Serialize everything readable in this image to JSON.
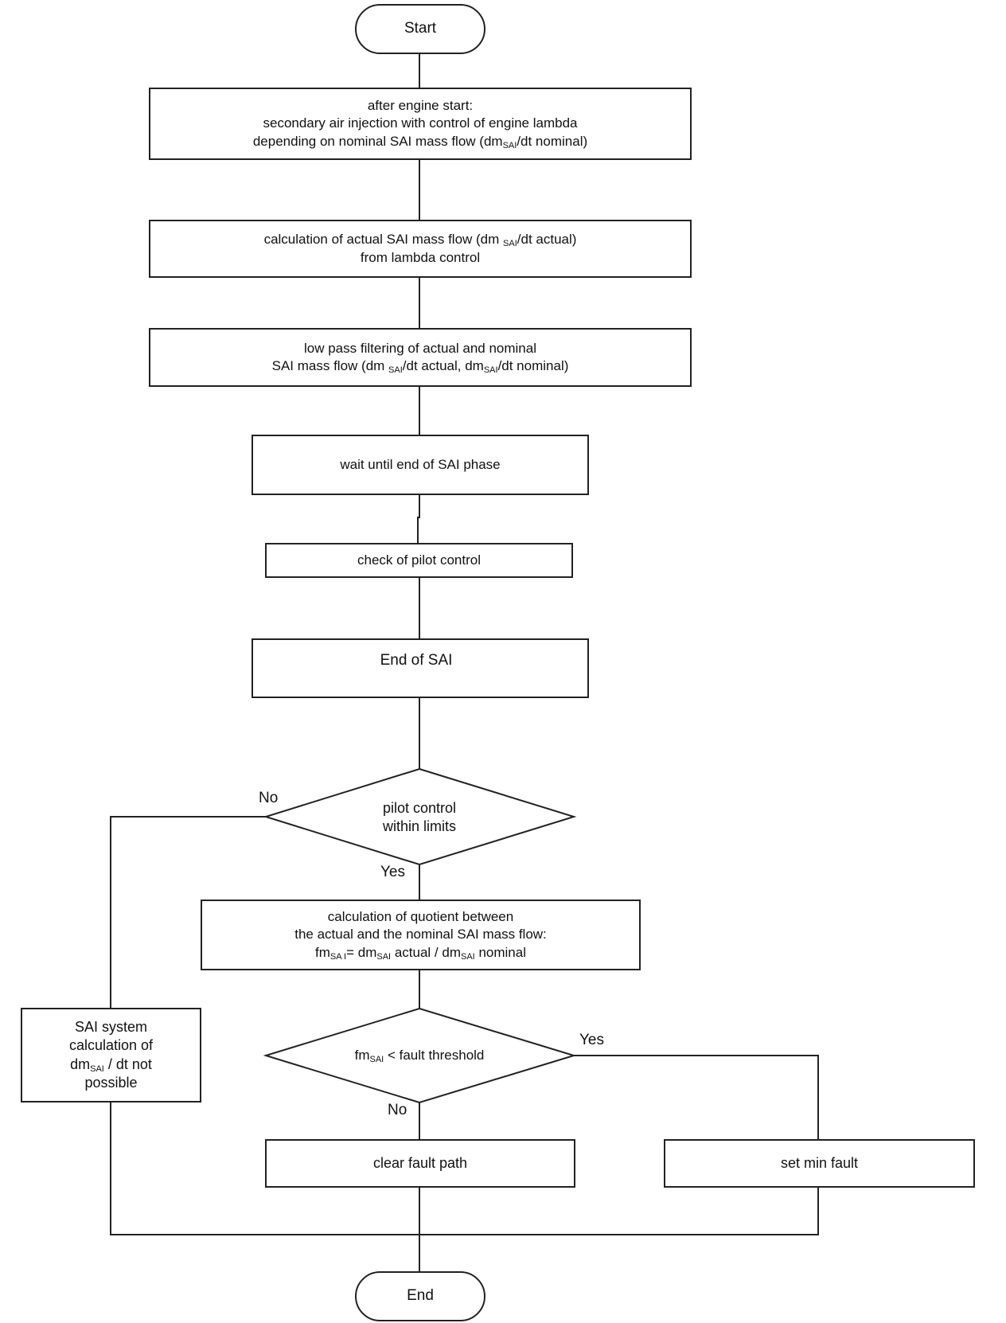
{
  "nodes": {
    "start": "Start",
    "after_engine_start": {
      "line1": "after engine start:",
      "line2": "secondary air injection with control of engine lambda",
      "line3_a": "depending on nominal SAI mass flow (dm",
      "line3_sub": "SAI",
      "line3_b": "/dt nominal)"
    },
    "calc_actual": {
      "line1_a": "calculation of actual SAI mass flow (dm ",
      "line1_sub": "SAI",
      "line1_b": "/dt actual)",
      "line2": "from lambda control"
    },
    "low_pass": {
      "line1": "low pass filtering of actual and nominal",
      "line2_a": "SAI mass flow (dm ",
      "line2_sub1": "SAI",
      "line2_b": "/dt actual, dm",
      "line2_sub2": "SAI",
      "line2_c": "/dt nominal)"
    },
    "wait_end": "wait until end of SAI phase",
    "check_pilot": "check of pilot control",
    "end_of_sai": "End of SAI",
    "pilot_within": {
      "line1": "pilot control",
      "line2": "within limits"
    },
    "calc_quotient": {
      "line1": "calculation of quotient between",
      "line2": "the actual and the nominal SAI mass flow:",
      "line3_a": "fm",
      "line3_sub1": "SA I",
      "line3_b": "= dm",
      "line3_sub2": "SAI",
      "line3_c": " actual / dm",
      "line3_sub3": "SAI",
      "line3_d": " nominal"
    },
    "fm_threshold": {
      "a": "fm",
      "sub": "SAI",
      "b": " < fault threshold"
    },
    "sai_system": {
      "line1": "SAI system",
      "line2": "calculation of",
      "line3_a": "dm",
      "line3_sub": "SAI",
      "line3_b": " / dt not",
      "line4": "possible"
    },
    "clear_fault": "clear fault path",
    "set_min_fault": "set min fault",
    "end": "End"
  },
  "edge_labels": {
    "pilot_no": "No",
    "pilot_yes": "Yes",
    "threshold_yes": "Yes",
    "threshold_no": "No"
  },
  "colors": {
    "line": "#222222",
    "fill": "#ffffff",
    "text": "#111111"
  }
}
